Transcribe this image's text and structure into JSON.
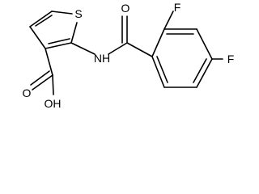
{
  "molecule": {
    "atom_labels": {
      "sulfur": "S",
      "amide_nitrogen": "NH",
      "amide_oxygen": "O",
      "acid_hydroxyl": "OH",
      "acid_carbonyl_oxygen": "O",
      "fluorine_ortho": "F",
      "fluorine_para": "F"
    }
  }
}
